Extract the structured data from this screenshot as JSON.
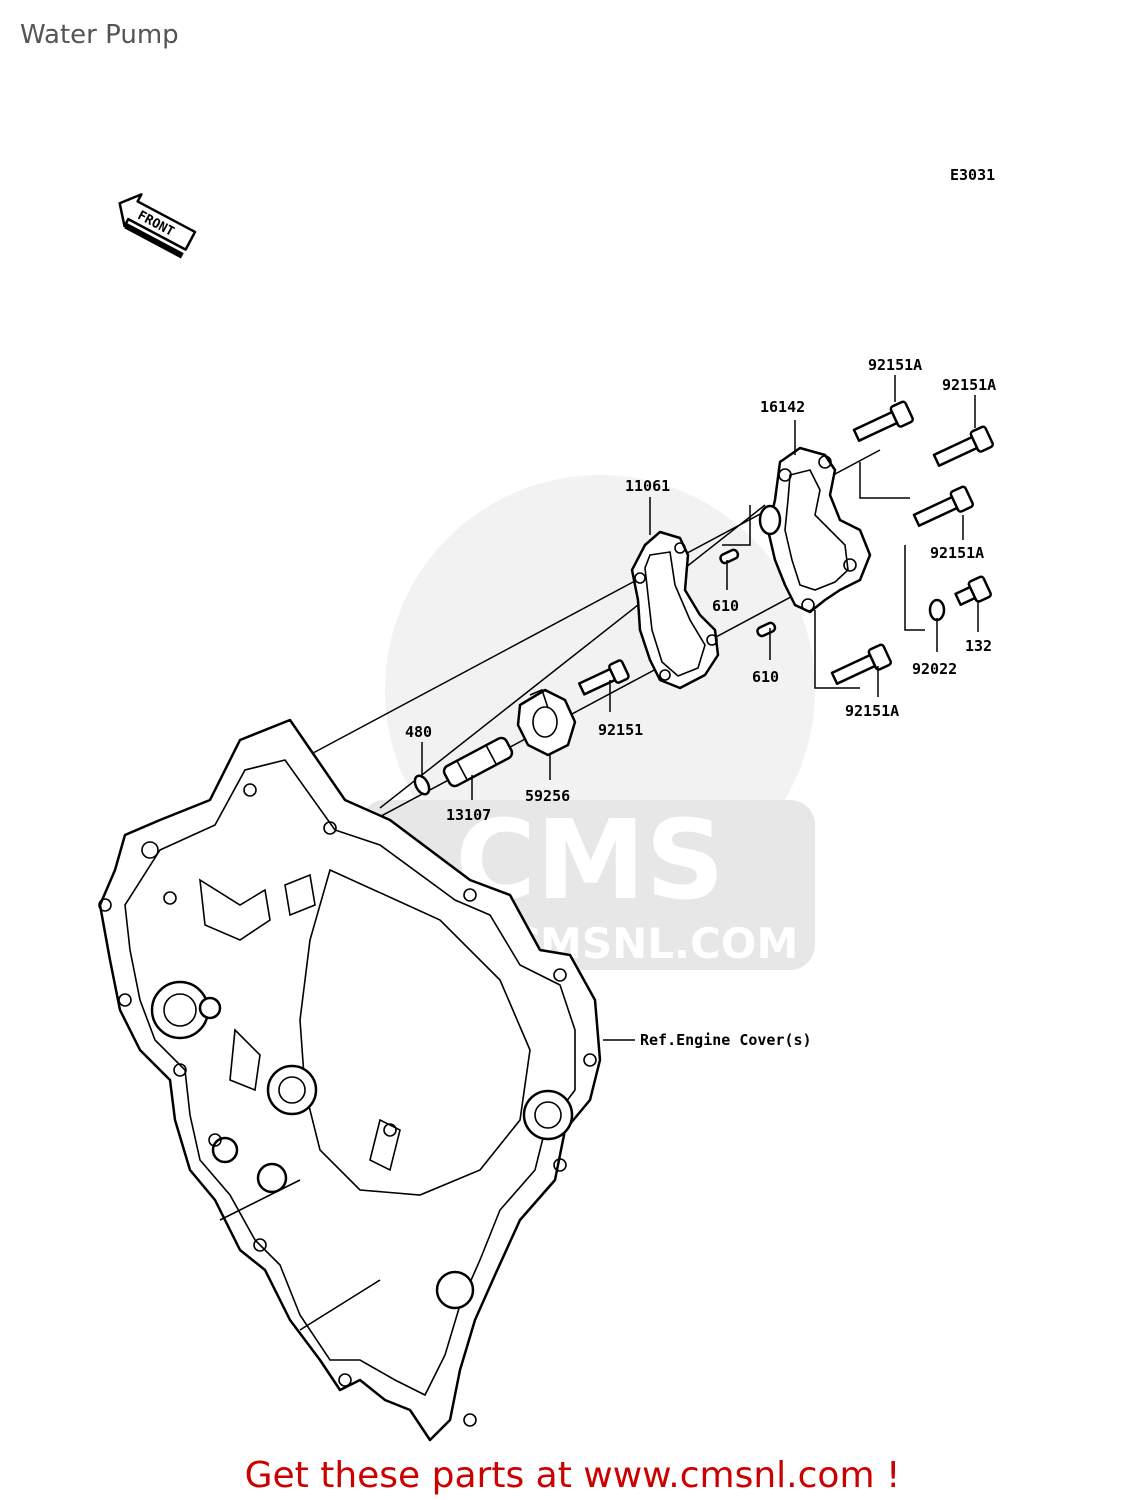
{
  "page_title": "Water Pump",
  "diagram_code": "E3031",
  "front_arrow_label": "FRONT",
  "watermark": {
    "brand": "CMS",
    "url": "WWW.CMSNL.COM"
  },
  "parts": [
    {
      "id": "p1",
      "number": "92151A"
    },
    {
      "id": "p2",
      "number": "92151A"
    },
    {
      "id": "p3",
      "number": "16142"
    },
    {
      "id": "p4",
      "number": "11061"
    },
    {
      "id": "p5",
      "number": "92151A"
    },
    {
      "id": "p6",
      "number": "610"
    },
    {
      "id": "p7",
      "number": "132"
    },
    {
      "id": "p8",
      "number": "610"
    },
    {
      "id": "p9",
      "number": "92022"
    },
    {
      "id": "p10",
      "number": "92151A"
    },
    {
      "id": "p11",
      "number": "480"
    },
    {
      "id": "p12",
      "number": "92151"
    },
    {
      "id": "p13",
      "number": "59256"
    },
    {
      "id": "p14",
      "number": "13107"
    }
  ],
  "reference_label": "Ref.Engine Cover(s)",
  "footer_text": "Get these parts at www.cmsnl.com !"
}
